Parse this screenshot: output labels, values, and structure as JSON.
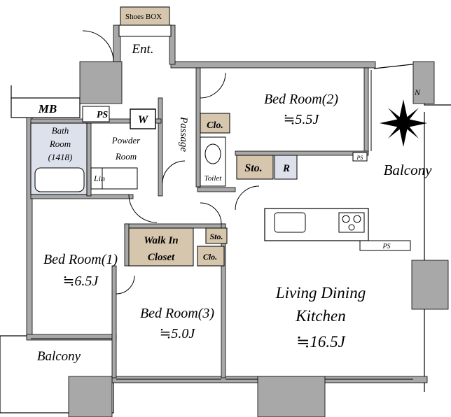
{
  "rooms": {
    "shoes_box": "Shoes BOX",
    "entrance": "Ent.",
    "mb": "MB",
    "ps_top": "PS",
    "washer": "W",
    "passage": "Passage",
    "bath_line1": "Bath",
    "bath_line2": "Room",
    "bath_line3": "(1418)",
    "powder_line1": "Powder",
    "powder_line2": "Room",
    "linen": "Lin",
    "closet_br2": "Clo.",
    "toilet": "Toilet",
    "storage_main": "Sto.",
    "refrigerator": "R",
    "storage_small": "Sto.",
    "walkin_line1": "Walk In",
    "walkin_line2": "Closet",
    "closet_br3": "Clo.",
    "ps_kitchen": "PS",
    "ps_right": "PS",
    "bedroom2_name": "Bed Room(2)",
    "bedroom2_size": "≒5.5J",
    "bedroom1_name": "Bed Room(1)",
    "bedroom1_size": "≒6.5J",
    "bedroom3_name": "Bed Room(3)",
    "bedroom3_size": "≒5.0J",
    "ldk_line1": "Living Dining",
    "ldk_line2": "Kitchen",
    "ldk_size": "≒16.5J",
    "balcony_right": "Balcony",
    "balcony_left": "Balcony",
    "compass_north": "N"
  },
  "colors": {
    "wall": "#a8a8a8",
    "storage_fill": "#d6c6ae",
    "wet_area": "#dde1ec",
    "line": "#000000"
  }
}
